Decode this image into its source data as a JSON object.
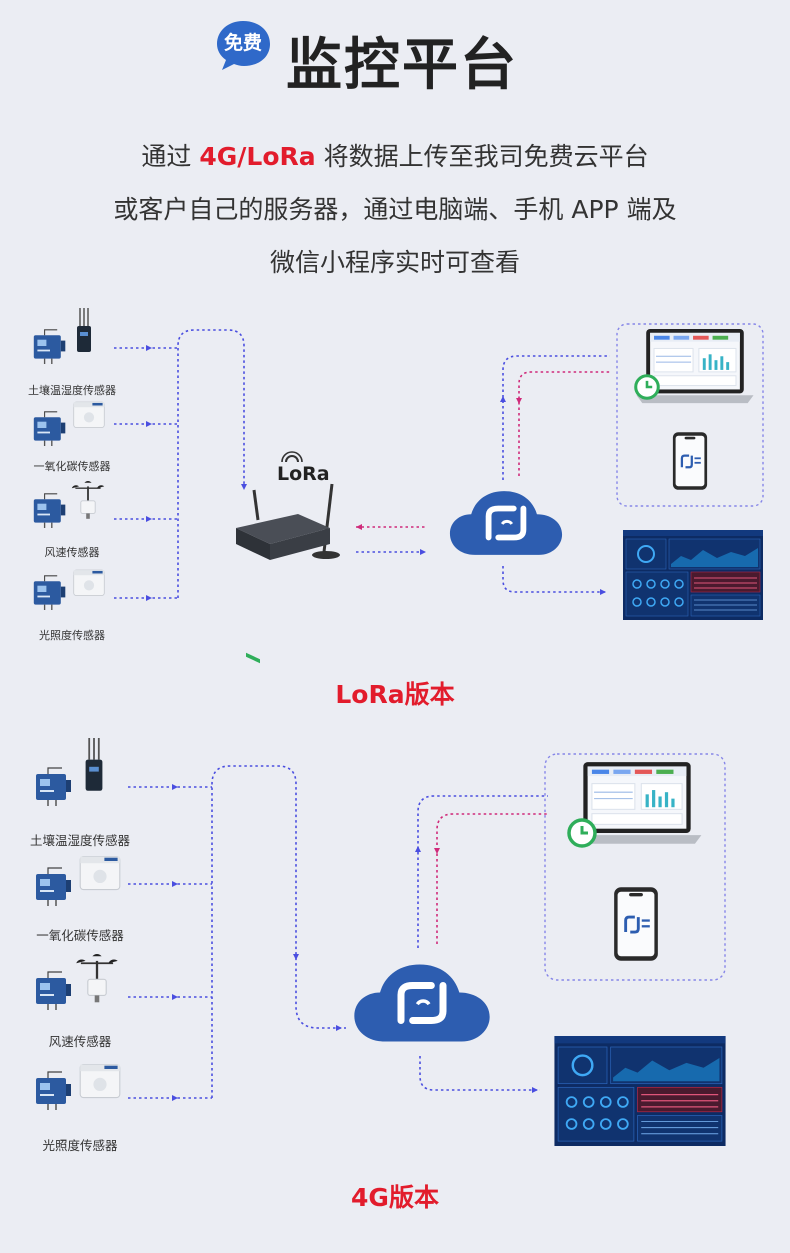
{
  "header": {
    "badge": "免费",
    "title": "监控平台",
    "desc_line1_pre": "通过 ",
    "desc_line1_highlight": "4G/LoRa",
    "desc_line1_post": " 将数据上传至我司免费云平台",
    "desc_line2": "或客户自己的服务器，通过电脑端、手机 APP 端及",
    "desc_line3": "微信小程序实时可查看"
  },
  "lora_section": {
    "sensors": [
      "土壤温湿度传感器",
      "一氧化碳传感器",
      "风速传感器",
      "光照度传感器"
    ],
    "gateway_label": "LoRa",
    "version_label": "LoRa版本"
  },
  "fourg_section": {
    "sensors": [
      "土壤温湿度传感器",
      "一氧化碳传感器",
      "风速传感器",
      "光照度传感器"
    ],
    "version_label": "4G版本"
  },
  "colors": {
    "accent_red": "#e21c2c",
    "flow_blue": "#4a4ee0",
    "flow_magenta": "#d02a7a",
    "cloud_blue": "#2d5db0",
    "badge_blue": "#2f69c9"
  },
  "icons": [
    "cloud-icon",
    "laptop-icon",
    "phone-icon",
    "dashboard-screen-icon",
    "lora-gateway-icon",
    "sensor-box-icon",
    "anemometer-icon",
    "clock-icon"
  ]
}
